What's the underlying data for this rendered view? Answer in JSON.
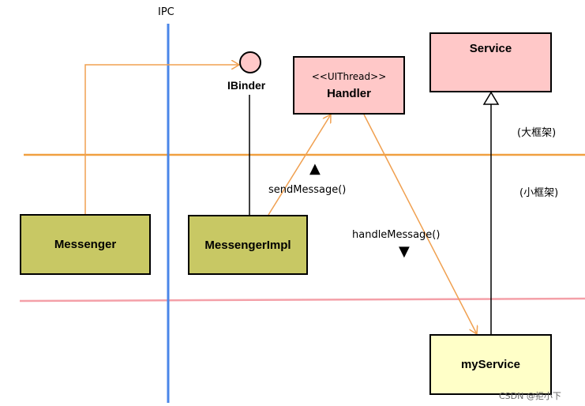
{
  "ipc_label": "IPC",
  "ibinder_label": "IBinder",
  "handler": {
    "stereotype": "<<UIThread>>",
    "name": "Handler"
  },
  "service_label": "Service",
  "messenger_label": "Messenger",
  "messenger_impl_label": "MessengerImpl",
  "my_service_label": "myService",
  "send_message_label": "sendMessage()",
  "handle_message_label": "handleMessage()",
  "big_framework_label": "(大框架)",
  "small_framework_label": "(小框架)",
  "watermark": "CSDN @拒小下",
  "colors": {
    "ipc_line": "#4a86e8",
    "framework_line": "#f0a040",
    "lower_line": "#f4a0a8",
    "arrow": "#f0a050",
    "olive_box": "#c8c864",
    "pink_box": "#ffc8c8",
    "yellow_box": "#ffffc8"
  }
}
